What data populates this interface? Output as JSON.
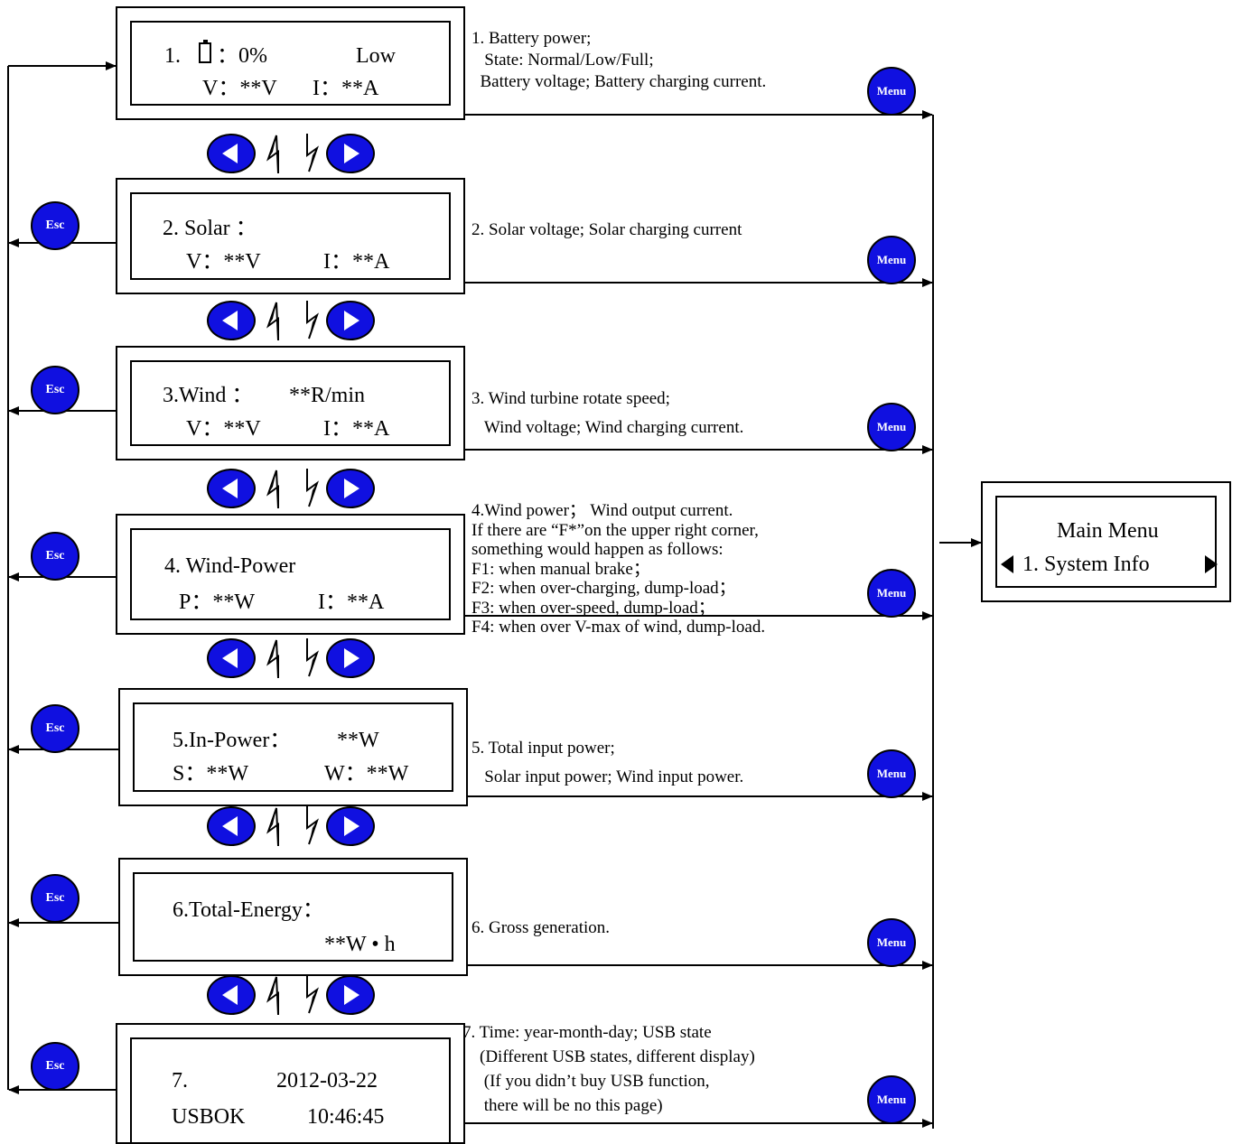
{
  "screens": [
    {
      "line1a": "1.",
      "line1b": "：0%",
      "line1c": "Low",
      "line2a": "V：**V",
      "line2b": "I：**A",
      "battery_icon": "battery-empty-icon"
    },
    {
      "line1a": "2. Solar ：",
      "line2a": "V：**V",
      "line2b": "I：**A"
    },
    {
      "line1a": "3.Wind ：",
      "line1c": "**R/min",
      "line2a": "V：**V",
      "line2b": "I：**A"
    },
    {
      "line1a": "4. Wind-Power",
      "line2a": "P：**W",
      "line2b": "I：**A"
    },
    {
      "line1a": "5.In-Power：",
      "line1c": "**W",
      "line2a": "S：**W",
      "line2b": "W：**W"
    },
    {
      "line1a": "6.Total-Energy：",
      "line2b": "**W • h"
    },
    {
      "line1a": "7.",
      "line1c": "2012-03-22",
      "line2a": "USBOK",
      "line2b": "10:46:45"
    }
  ],
  "descriptions": [
    [
      "1. Battery power;",
      "   State: Normal/Low/Full;",
      "  Battery voltage; Battery charging current."
    ],
    [
      "2. Solar voltage; Solar charging current"
    ],
    [
      "3. Wind turbine rotate speed;",
      "   Wind voltage; Wind charging current."
    ],
    [
      "4.Wind power； Wind output current.",
      "If there are “F*”on the upper right corner,",
      "something would happen as follows:",
      "F1: when manual brake；",
      "F2: when over-charging, dump-load；",
      "F3: when over-speed, dump-load；",
      "F4: when over V-max of wind, dump-load."
    ],
    [
      "5. Total input power;",
      "   Solar input power; Wind input power."
    ],
    [
      "6. Gross generation."
    ],
    [
      "7. Time: year-month-day; USB state",
      "    (Different USB states, different display)",
      "     (If you didn’t buy USB function,",
      "     there will be no this page)"
    ]
  ],
  "buttons": {
    "esc_label": "Esc",
    "menu_label": "Menu"
  },
  "main_menu": {
    "title": "Main Menu",
    "item": "1. System Info",
    "left_icon": "triangle-left-icon",
    "right_icon": "triangle-right-icon"
  },
  "colors": {
    "button_fill": "#1010e0",
    "button_text": "#ffffff",
    "line": "#000000"
  }
}
